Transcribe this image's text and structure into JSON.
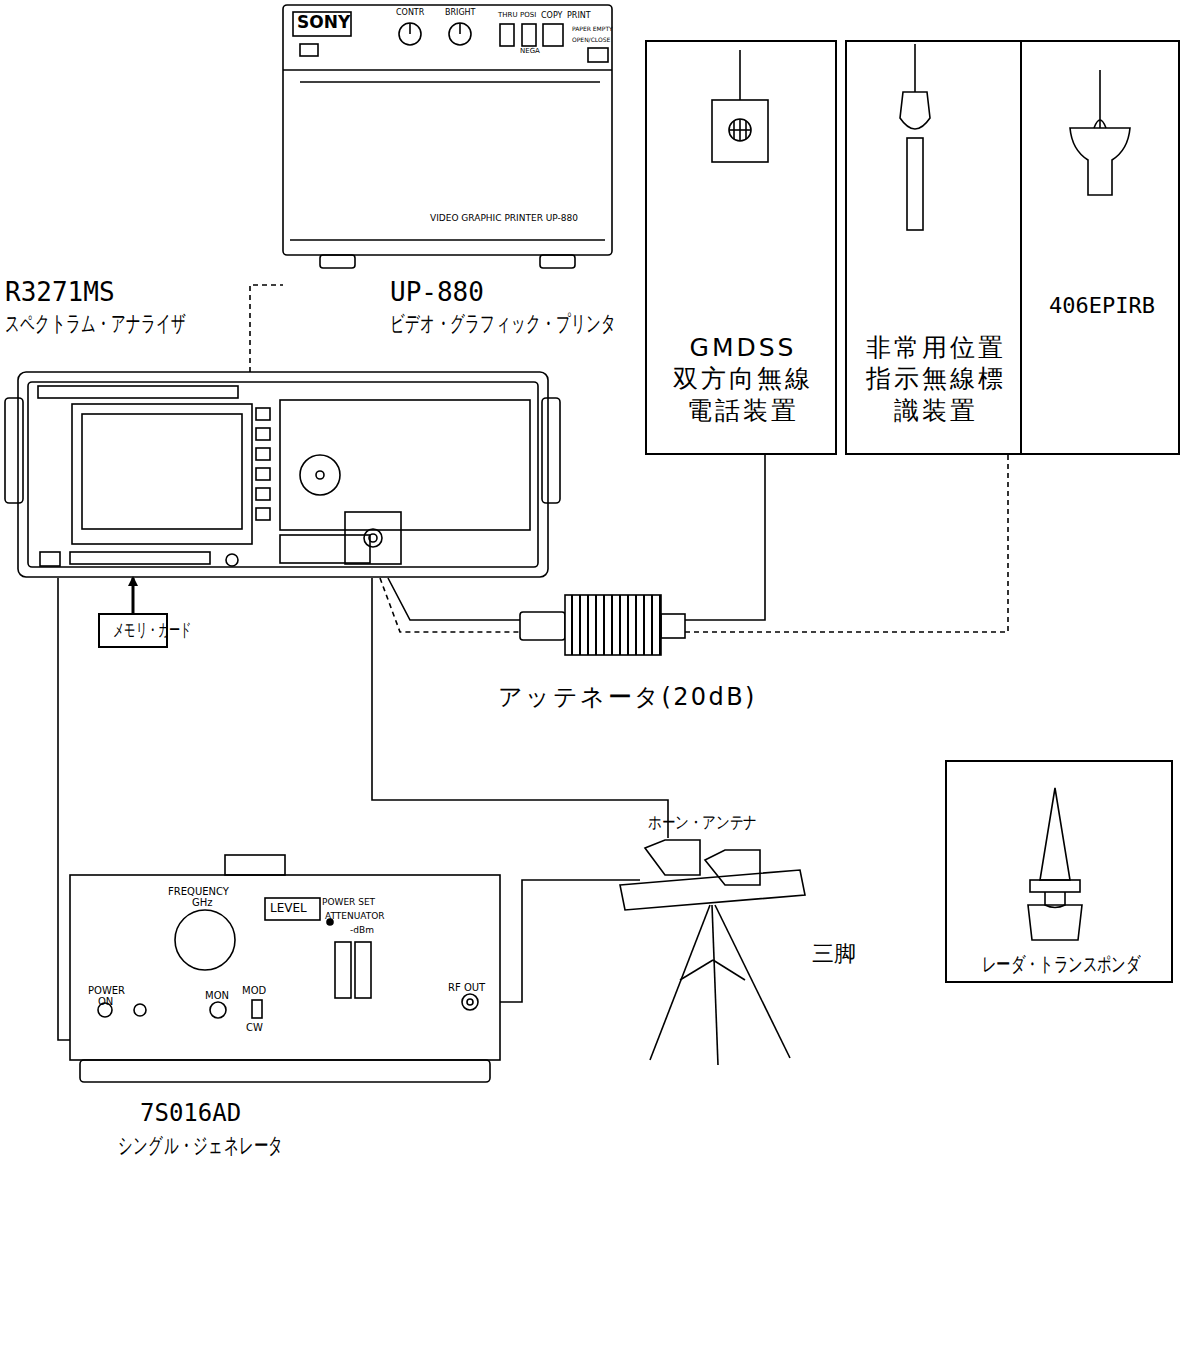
{
  "diagram": {
    "nodes": [
      {
        "text": [
          "UP-880",
          "ビデオ・グラフィック・プリンタ"
        ]
      },
      {
        "text": [
          "R3271MS",
          "スペクトラム・アナライザ"
        ]
      },
      {
        "text": [
          "GMDSS 双方向無線 電話装置"
        ]
      },
      {
        "text": [
          "非常用位置 指示無線標 識装置"
        ]
      },
      {
        "text": [
          "406EPIRB"
        ]
      },
      {
        "text": [
          "メモリ・カード"
        ]
      },
      {
        "text": [
          "アッテネータ(20dB)"
        ]
      },
      {
        "text": [
          "ホーン・アンテナ"
        ]
      },
      {
        "text": [
          "7S016AD",
          "シングル・ジェネレータ"
        ]
      },
      {
        "text": [
          "レーダ・トランスポンダ"
        ]
      }
    ],
    "edges": [
      {
        "from": 1,
        "to": 0,
        "arrow": "none"
      },
      {
        "from": 1,
        "to": 6,
        "arrow": "none"
      },
      {
        "from": 1,
        "to": 6,
        "arrow": "none"
      },
      {
        "from": 6,
        "to": 2,
        "arrow": "none"
      },
      {
        "from": 6,
        "to": 3,
        "arrow": "none"
      },
      {
        "from": 1,
        "to": 7,
        "arrow": "none"
      },
      {
        "from": 8,
        "to": 7,
        "arrow": "none"
      },
      {
        "from": 8,
        "to": 1,
        "arrow": "none"
      },
      {
        "from": 5,
        "to": 1,
        "arrow": "to"
      }
    ],
    "labels": [
      "SONY",
      "CONTR",
      "BRIGHT",
      "THRU",
      "POSI",
      "NEGA",
      "COPY",
      "PRINT",
      "PAPER EMPTY",
      "OPEN/CLOSE",
      "VIDEO GRAPHIC PRINTER UP-880",
      "FREQUENCY",
      "GHz",
      "LEVEL",
      "POWER SET",
      "ATTENUATOR",
      "-dBm",
      "POWER",
      "ON",
      "MON",
      "MOD",
      "CW",
      "RF OUT",
      "三脚"
    ]
  }
}
